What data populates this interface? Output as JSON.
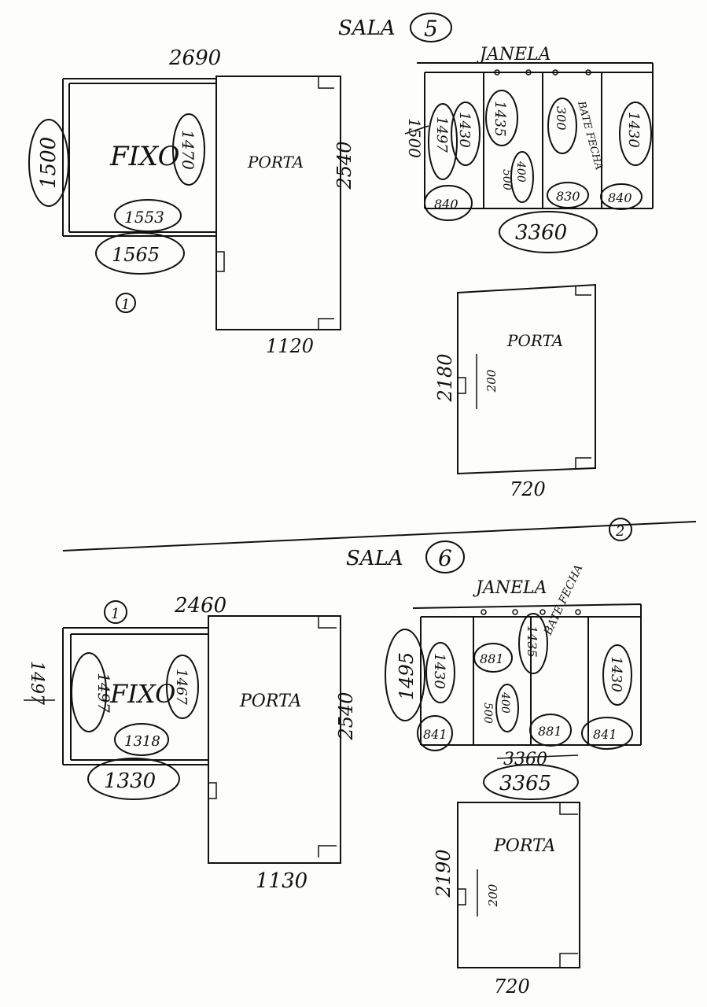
{
  "sala5": {
    "title": "SALA",
    "number": "5",
    "left_unit": {
      "width_top": "2690",
      "fixo_label": "FIXO",
      "fixo_height": "1500",
      "fixo_inner_height": "1470",
      "fixo_inner_width": "1553",
      "fixo_bottom_width": "1565",
      "porta_label": "PORTA",
      "porta_height": "2540",
      "porta_width": "1120",
      "marker": "1"
    },
    "janela": {
      "label": "JANELA",
      "height_crossed": "1500",
      "panel_heights": [
        "1497",
        "1430",
        "1435",
        "1430"
      ],
      "bate_fecha": "BATE FECHA",
      "bate_value": "300",
      "small_dims": [
        "500",
        "400"
      ],
      "bottom_widths": [
        "840",
        "830",
        "840"
      ],
      "total_width": "3360"
    },
    "porta2": {
      "label": "PORTA",
      "height": "2180",
      "inner": "200",
      "width": "720"
    }
  },
  "divider_marker": "2",
  "sala6": {
    "title": "SALA",
    "number": "6",
    "left_unit": {
      "marker": "1",
      "width_top": "2460",
      "fixo_label": "FIXO",
      "fixo_height_crossed": "1497",
      "fixo_inner_height": "1497",
      "fixo_inner_right": "1467",
      "fixo_inner_width": "1318",
      "fixo_bottom_width": "1330",
      "porta_label": "PORTA",
      "porta_height": "2540",
      "porta_width": "1130"
    },
    "janela": {
      "label": "JANELA",
      "left_height": "1495",
      "panel_heights": [
        "1430",
        "1435",
        "1430"
      ],
      "bate_fecha": "BATE FECHA",
      "top_small": "881",
      "small_dims": [
        "500",
        "400"
      ],
      "bottom_widths": [
        "841",
        "881",
        "841"
      ],
      "total_crossed": "3360",
      "total_width": "3365"
    },
    "porta2": {
      "label": "PORTA",
      "height": "2190",
      "inner": "200",
      "width": "720"
    }
  }
}
